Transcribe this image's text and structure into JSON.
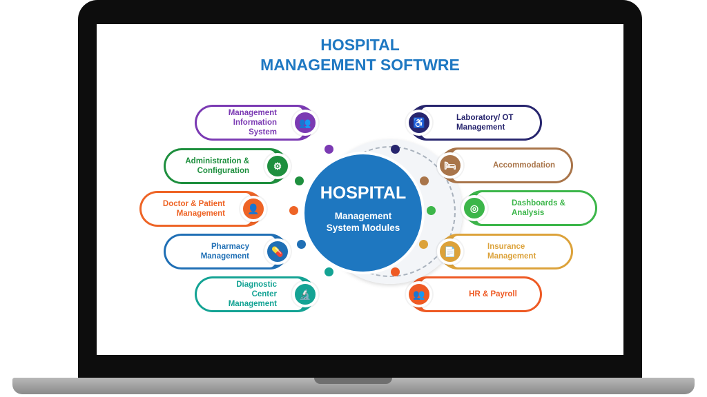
{
  "title_line1": "HOSPITAL",
  "title_line2": "MANAGEMENT SOFTWRE",
  "center": {
    "title": "HOSPITAL",
    "subtitle": "Management System Modules"
  },
  "modules": [
    {
      "label": "Management Information System",
      "icon": "users-group-icon",
      "glyph": "👥",
      "color": "#7b3ab3",
      "side": "left"
    },
    {
      "label": "Administration & Configuration",
      "icon": "gears-icon",
      "glyph": "⚙",
      "color": "#1e8f3e",
      "side": "left"
    },
    {
      "label": "Doctor & Patient Management",
      "icon": "doctor-icon",
      "glyph": "👤",
      "color": "#ee6426",
      "side": "left"
    },
    {
      "label": "Pharmacy Management",
      "icon": "medicine-bottle-icon",
      "glyph": "💊",
      "color": "#1f6fb5",
      "side": "left"
    },
    {
      "label": "Diagnostic Center Management",
      "icon": "microscope-icon",
      "glyph": "🔬",
      "color": "#14a394",
      "side": "left"
    },
    {
      "label": "Laboratory/ OT Management",
      "icon": "wheelchair-icon",
      "glyph": "♿",
      "color": "#27256e",
      "side": "right"
    },
    {
      "label": "Accommodation",
      "icon": "bed-icon",
      "glyph": "🛏",
      "color": "#a9754a",
      "side": "right"
    },
    {
      "label": "Dashboards & Analysis",
      "icon": "dashboard-gauge-icon",
      "glyph": "◎",
      "color": "#3cb64a",
      "side": "right"
    },
    {
      "label": "Insurance Management",
      "icon": "document-icon",
      "glyph": "📄",
      "color": "#dca23a",
      "side": "right"
    },
    {
      "label": "HR & Payroll",
      "icon": "hr-people-icon",
      "glyph": "👥",
      "color": "#ee5a24",
      "side": "right"
    }
  ],
  "ring_dot_colors": [
    "#7b3ab3",
    "#27256e",
    "#1e8f3e",
    "#a9754a",
    "#ee6426",
    "#3cb64a",
    "#1f6fb5",
    "#dca23a",
    "#14a394",
    "#ee5a24"
  ]
}
